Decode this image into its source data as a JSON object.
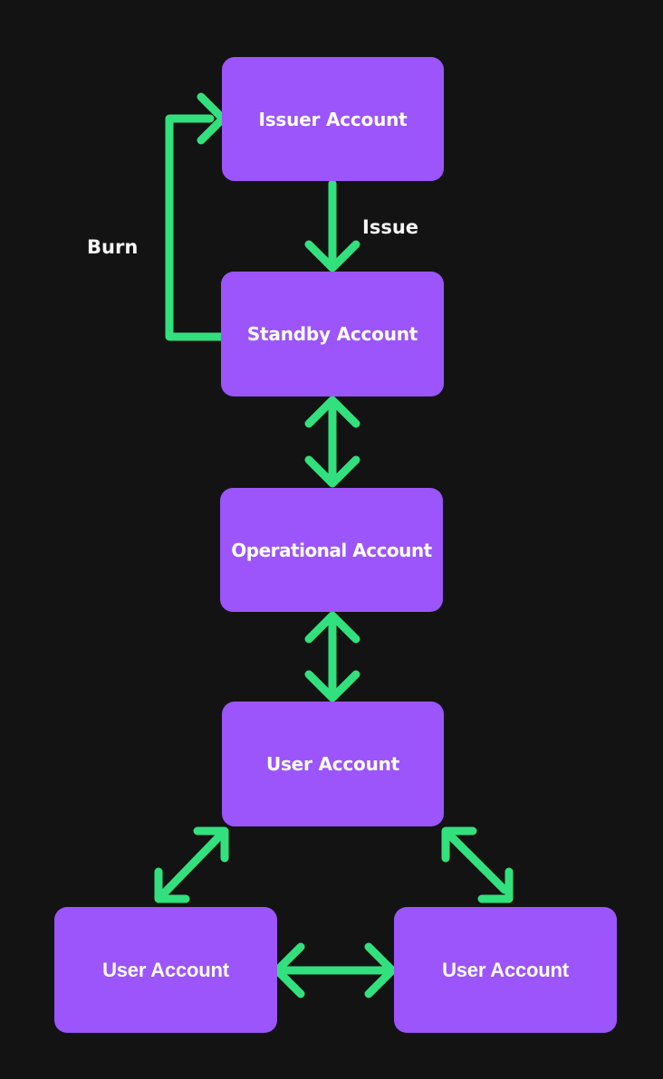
{
  "colors": {
    "background": "#131313",
    "node_fill": "#9b55fa",
    "node_text": "#ffffff",
    "arrow": "#32e17d",
    "label_text": "#f5f5f5"
  },
  "nodes": [
    {
      "id": "issuer",
      "label": "Issuer Account"
    },
    {
      "id": "standby",
      "label": "Standby Account"
    },
    {
      "id": "operational",
      "label": "Operational Account"
    },
    {
      "id": "user-middle",
      "label": "User Account"
    },
    {
      "id": "user-bottom-left",
      "label": "User Account"
    },
    {
      "id": "user-bottom-right",
      "label": "User Account"
    }
  ],
  "edge_labels": {
    "issue": "Issue",
    "burn": "Burn"
  },
  "edges": [
    {
      "from": "Issuer Account",
      "to": "Standby Account",
      "label": "Issue",
      "direction": "one-way"
    },
    {
      "from": "Standby Account",
      "to": "Issuer Account",
      "label": "Burn",
      "direction": "one-way"
    },
    {
      "from": "Standby Account",
      "to": "Operational Account",
      "direction": "two-way"
    },
    {
      "from": "Operational Account",
      "to": "User Account",
      "direction": "two-way"
    },
    {
      "from": "User Account",
      "to": "User Account (bottom-left)",
      "direction": "two-way"
    },
    {
      "from": "User Account",
      "to": "User Account (bottom-right)",
      "direction": "two-way"
    },
    {
      "from": "User Account (bottom-left)",
      "to": "User Account (bottom-right)",
      "direction": "two-way"
    }
  ]
}
